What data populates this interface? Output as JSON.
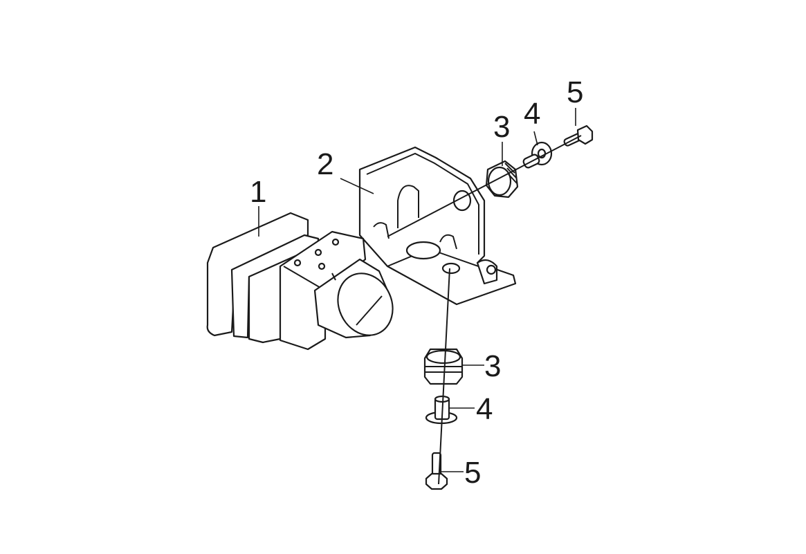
{
  "callouts": [
    {
      "id": "abs-unit",
      "label": "1"
    },
    {
      "id": "bracket",
      "label": "2"
    },
    {
      "id": "grommet-upper",
      "label": "3"
    },
    {
      "id": "collar-upper",
      "label": "4"
    },
    {
      "id": "bolt-upper",
      "label": "5"
    },
    {
      "id": "grommet-lower",
      "label": "3"
    },
    {
      "id": "collar-lower",
      "label": "4"
    },
    {
      "id": "bolt-lower",
      "label": "5"
    }
  ]
}
